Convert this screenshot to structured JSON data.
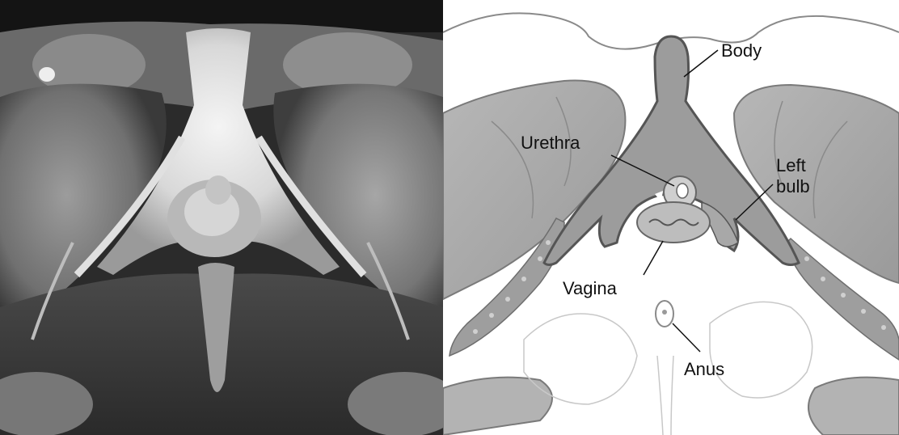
{
  "figure": {
    "left_panel": {
      "kind": "MRI scan image (unlabeled)"
    },
    "right_panel": {
      "labels": {
        "body": "Body",
        "urethra": "Urethra",
        "left_bulb_line1": "Left",
        "left_bulb_line2": "bulb",
        "vagina": "Vagina",
        "anus": "Anus"
      }
    }
  }
}
